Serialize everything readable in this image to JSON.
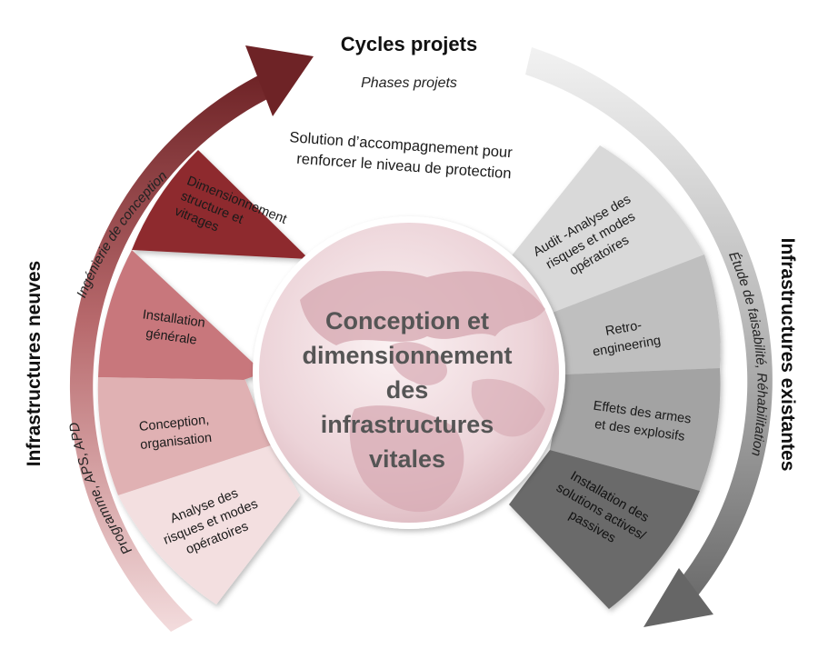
{
  "header": {
    "title": "Cycles projets",
    "subtitle": "Phases projets"
  },
  "top_caption": {
    "line1": "Solution d’accompagnement pour",
    "line2": "renforcer le niveau de protection"
  },
  "center": {
    "lines": [
      "Conception et",
      "dimensionnement",
      "des",
      "infrastructures",
      "vitales"
    ]
  },
  "left": {
    "title": "Infrastructures neuves",
    "arc_label_upper": "Ingénierie de conception",
    "arc_label_lower": "Programme, APS, APD",
    "segments": [
      {
        "lines": [
          "Dimensionnement",
          "structure et",
          "vitrages"
        ],
        "color": "#8e2a2d"
      },
      {
        "lines": [
          "Installation",
          "générale"
        ],
        "color": "#c8777b"
      },
      {
        "lines": [
          "Conception,",
          "organisation"
        ],
        "color": "#e0b1b3"
      },
      {
        "lines": [
          "Analyse des",
          "risques et modes",
          "opératoires"
        ],
        "color": "#f3dfe0"
      }
    ]
  },
  "right": {
    "title": "Infrastructures existantes",
    "arc_label": "Étude de faisabilité, Réhabilitation",
    "segments": [
      {
        "lines": [
          "Audit -Analyse des",
          "risques et modes",
          "opératoires"
        ],
        "color": "#d9d9d9"
      },
      {
        "lines": [
          "Retro-",
          "engineering"
        ],
        "color": "#bfbfbf"
      },
      {
        "lines": [
          "Effets des armes",
          "et des explosifs"
        ],
        "color": "#a3a3a3"
      },
      {
        "lines": [
          "Installation des",
          "solutions actives/",
          "passives"
        ],
        "color": "#6b6b6b"
      }
    ]
  },
  "colors": {
    "arrow_left": "#7a2a2c",
    "arrow_right": "#707070",
    "globe": "#ead6da",
    "center_text": "#555555"
  }
}
